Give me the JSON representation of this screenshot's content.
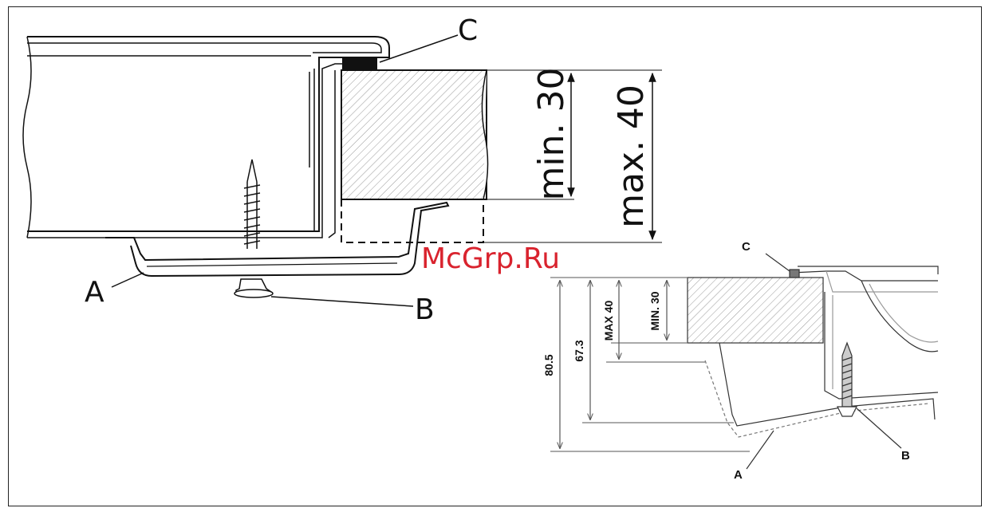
{
  "left_drawing": {
    "label_a": "A",
    "label_b": "B",
    "label_c": "C",
    "dim_min": "min. 30",
    "dim_max": "max. 40"
  },
  "right_drawing": {
    "label_a": "A",
    "label_b": "B",
    "label_c": "C",
    "dim_min": "MIN. 30",
    "dim_max": "MAX 40",
    "dim_67": "67.3",
    "dim_80": "80.5"
  },
  "watermark": "McGrp.Ru",
  "colors": {
    "line": "#111111",
    "watermark": "#d9232e",
    "hatch": "#9a9a9a"
  }
}
